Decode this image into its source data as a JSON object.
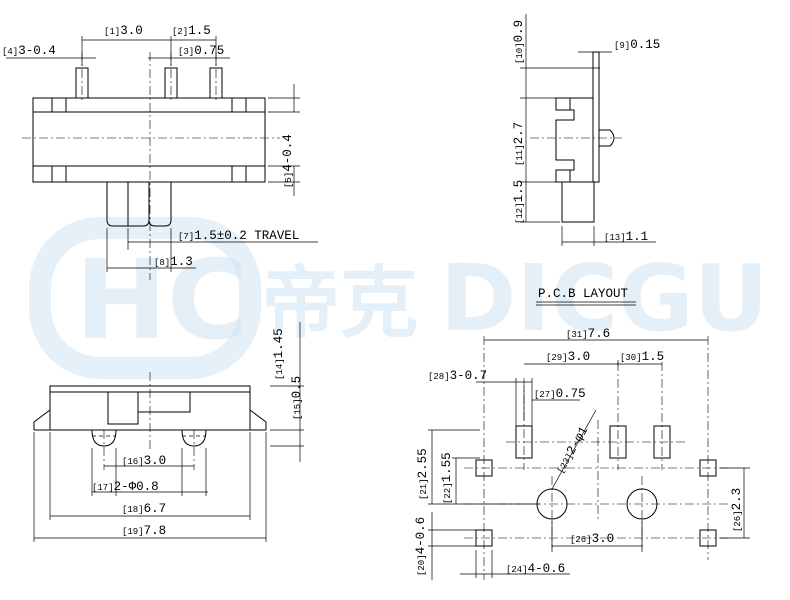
{
  "watermark": {
    "logo_letters": "HC",
    "chinese": "帝克",
    "latin": "DICGU",
    "color": "#cfe3f3"
  },
  "pcb_title": "P.C.B LAYOUT",
  "dimensions": [
    {
      "id": "1",
      "value": "3.0"
    },
    {
      "id": "2",
      "value": "1.5"
    },
    {
      "id": "3",
      "value": "0.75"
    },
    {
      "id": "4",
      "value": "3-0.4"
    },
    {
      "id": "5",
      "value": "4-0.4"
    },
    {
      "id": "7",
      "value": "1.5±0.2 TRAVEL"
    },
    {
      "id": "8",
      "value": "1.3"
    },
    {
      "id": "9",
      "value": "0.15"
    },
    {
      "id": "10",
      "value": "0.9"
    },
    {
      "id": "11",
      "value": "2.7"
    },
    {
      "id": "12",
      "value": "1.5"
    },
    {
      "id": "13",
      "value": "1.1"
    },
    {
      "id": "14",
      "value": "1.45"
    },
    {
      "id": "15",
      "value": "0.5"
    },
    {
      "id": "16",
      "value": "3.0"
    },
    {
      "id": "17",
      "value": "2-Φ0.8"
    },
    {
      "id": "18",
      "value": "6.7"
    },
    {
      "id": "19",
      "value": "7.8"
    },
    {
      "id": "20",
      "value": "4-0.6"
    },
    {
      "id": "21",
      "value": "2.55"
    },
    {
      "id": "22",
      "value": "1.55"
    },
    {
      "id": "23",
      "value": "2-φ1"
    },
    {
      "id": "24",
      "value": "4-0.6"
    },
    {
      "id": "26",
      "value": "3.0"
    },
    {
      "id": "26b",
      "value": "2.3"
    },
    {
      "id": "27",
      "value": "0.75"
    },
    {
      "id": "28",
      "value": "3-0.7"
    },
    {
      "id": "29",
      "value": "3.0"
    },
    {
      "id": "30",
      "value": "1.5"
    },
    {
      "id": "31",
      "value": "7.6"
    }
  ]
}
